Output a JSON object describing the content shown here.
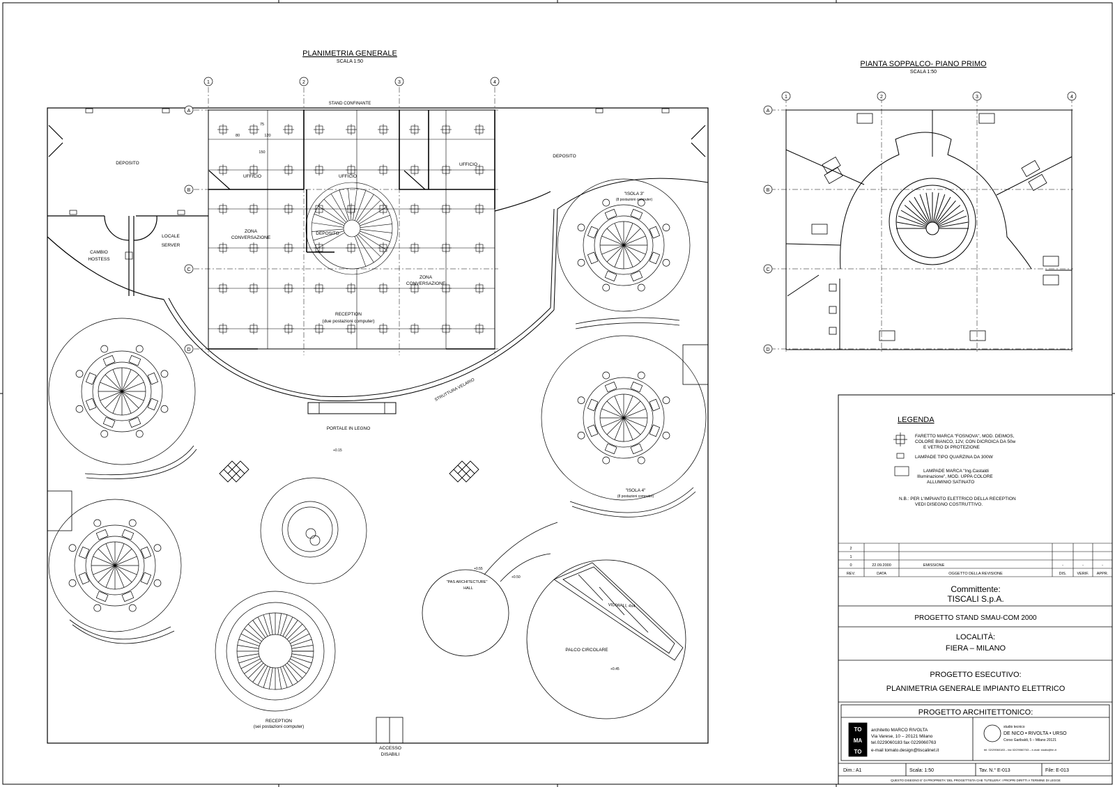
{
  "main_plan": {
    "title": "PLANIMETRIA GENERALE",
    "scale": "SCALA 1:50",
    "axis_numbers": [
      "1",
      "2",
      "3",
      "4"
    ],
    "axis_letters": [
      "A",
      "B",
      "C",
      "D"
    ],
    "top_wall_label": "STAND CONFINANTE",
    "rooms": {
      "deposito_left": "DEPOSITO",
      "deposito_right": "DEPOSITO",
      "cambio_l1": "CAMBIO",
      "cambio_l2": "HOSTESS",
      "server_l1": "LOCALE",
      "server_l2": "SERVER",
      "ufficio_1": "UFFICIO",
      "ufficio_2": "UFFICIO",
      "ufficio_3": "UFFICIO",
      "zona1_l1": "ZONA",
      "zona1_l2": "CONVERSAZIONE",
      "zona2_l1": "ZONA",
      "zona2_l2": "CONVERSAZIONE",
      "deposito_small": "DEPOSITO",
      "reception_l1": "RECEPTION",
      "reception_l2": "(due postazioni computer)",
      "struttura": "STRUTTURA VELARIO",
      "portale": "PORTALE IN LEGNO",
      "isola3_l1": "\"ISOLA 3\"",
      "isola3_l2": "(8 postazioni computer)",
      "isola4_l1": "\"ISOLA 4\"",
      "isola4_l2": "(8 postazioni computer)",
      "reception2_l1": "RECEPTION",
      "reception2_l2": "(sei postazioni computer)",
      "pas_l1": "\"PAS ARCHITECTURE\"",
      "pas_l2": "HALL",
      "vidiwall": "VIDIWALL 4x4",
      "palco": "PALCO CIRCOLARE",
      "accesso_l1": "ACCESSO",
      "accesso_l2": "DISABILI"
    },
    "dimensions": {
      "d80": "80",
      "d120": "120",
      "d75": "75",
      "d150": "150"
    },
    "levels": {
      "l1": "+0.15",
      "l2": "+0.55",
      "l3": "+0.50",
      "l4": "+0.45"
    }
  },
  "mezz_plan": {
    "title": "PIANTA SOPPALCO- PIANO PRIMO",
    "scale": "SCALA 1:50",
    "axis_numbers": [
      "1",
      "2",
      "3",
      "4"
    ],
    "axis_letters": [
      "A",
      "B",
      "C",
      "D"
    ]
  },
  "legend": {
    "title": "LEGENDA",
    "item1_l1": "FARETTO MARCA \"FOSNOVA\", MOD. DEIMOS,",
    "item1_l2": "COLORE BIANCO, 12V, CON DICROICA DA 50w",
    "item1_l3": "E VETRO DI PROTEZIONE",
    "item2": "LAMPADE TIPO QUARZINA DA 300W",
    "item3_l1": "LAMPADE MARCA \"Ing.Castaldi",
    "item3_l2": "Illuminazione\", MOD. UPPA COLORE",
    "item3_l3": "ALLUMINIO SATINATO",
    "nb_l1": "N.B.: PER L'IMPIANTO ELETTRICO DELLA RECEPTION",
    "nb_l2": "VEDI DISEGNO COSTRUTTIVO."
  },
  "revisions": {
    "rows": [
      {
        "rev": "2",
        "date": "",
        "obj": ""
      },
      {
        "rev": "1",
        "date": "",
        "obj": ""
      },
      {
        "rev": "0",
        "date": "22.09.2000",
        "obj": "EMISSIONE"
      }
    ],
    "dash": "-",
    "headers": {
      "rev": "REV.",
      "date": "DATA",
      "obj": "OGGETTO DELLA REVISIONE",
      "dis": "DIS.",
      "verif": "VERIF.",
      "appr": "APPR."
    }
  },
  "title_block": {
    "committente_label": "Committente:",
    "committente": "TISCALI S.p.A.",
    "progetto": "PROGETTO STAND SMAU-COM 2000",
    "localita_label": "LOCALITÀ:",
    "localita": "FIERA – MILANO",
    "esecutivo_l1": "PROGETTO ESECUTIVO:",
    "esecutivo_l2": "PLANIMETRIA GENERALE IMPIANTO ELETTRICO",
    "arch_title": "PROGETTO ARCHITETTONICO:",
    "logo_letters": [
      "TO",
      "MA",
      "TO"
    ],
    "arch_l1": "architetto MARCO RIVOLTA",
    "arch_l2": "Via Varese, 10 – 20121 Milano",
    "arch_l3": "tel.0229060183 fax 0229060763",
    "arch_l4": "e-mail tomato.design@tiscalinet.it",
    "studio_l1": "studio tecnico",
    "studio_l2": "DE NICO • RIVOLTA • URSO",
    "studio_l3": "Corso Garibaldi, 5 – Milano 20121",
    "studio_l4": "tel. 02/29060183 – fax 02/29060763 – e-mail: studio@tin.it",
    "dim_label": "Dim.: A1",
    "scale_label": "Scala: 1:50",
    "tav_label": "Tav. N.°  E-013",
    "file_label": "File: E-013",
    "footer": "QUESTO DISEGNO E' DI PROPRIETA' DEL PROGETTISTA CHE TUTELERA' I PROPRI DIRITTI A TERMINE DI LEGGE"
  },
  "colors": {
    "ink": "#000000",
    "paper": "#ffffff"
  }
}
